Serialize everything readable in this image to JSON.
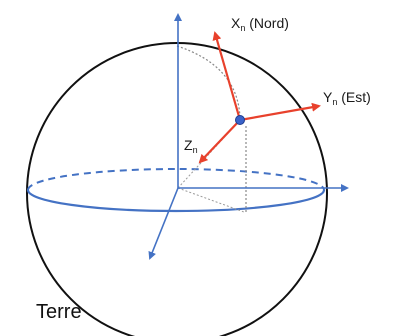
{
  "diagram": {
    "axis_x": {
      "letter": "X",
      "subscript": "n",
      "suffix": " (Nord)"
    },
    "axis_y": {
      "letter": "Y",
      "subscript": "n",
      "suffix": " (Est)"
    },
    "axis_z": {
      "letter": "Z",
      "subscript": "n"
    },
    "body_label": "Terre"
  },
  "colors": {
    "sphere": "#111111",
    "frame_axes": "#4472c4",
    "local_axes": "#e8412c",
    "meridian": "#888888",
    "point": "#3a62c9"
  }
}
